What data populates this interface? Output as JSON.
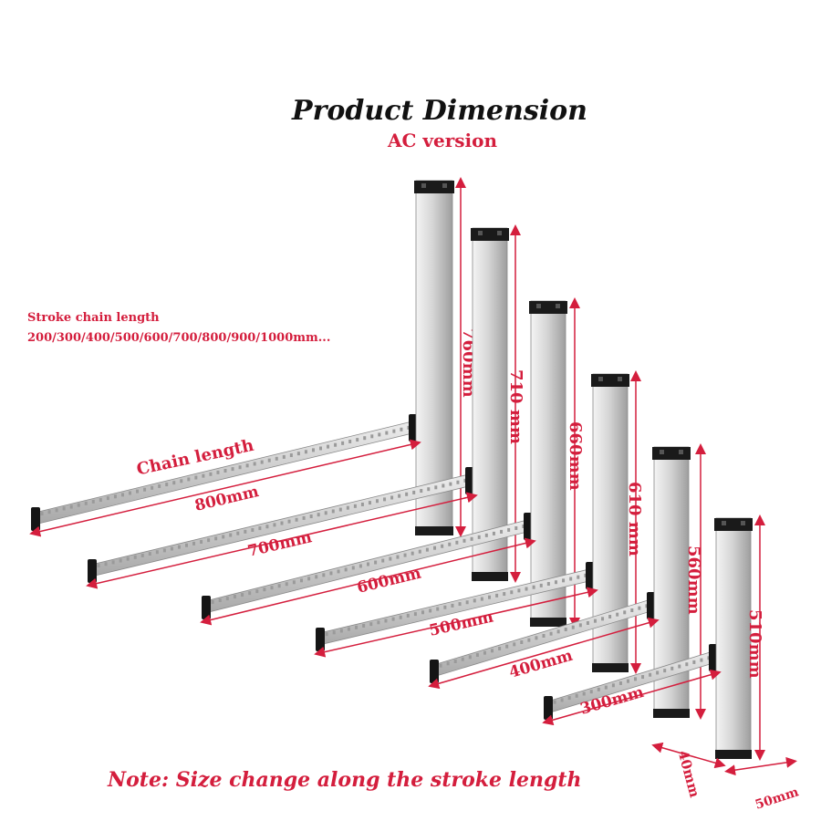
{
  "header": {
    "title": "Product Dimension",
    "subtitle": "AC version"
  },
  "stroke_info": {
    "label": "Stroke chain length",
    "values": "200/300/400/500/600/700/800/900/1000mm..."
  },
  "chain_length_label": "Chain length",
  "actuators": [
    {
      "height_label": "760mm",
      "chain_label": "800mm"
    },
    {
      "height_label": "710 mm",
      "chain_label": "700mm"
    },
    {
      "height_label": "660mm",
      "chain_label": "600mm"
    },
    {
      "height_label": "610 mm",
      "chain_label": "500mm"
    },
    {
      "height_label": "560mm",
      "chain_label": "400mm"
    },
    {
      "height_label": "510mm",
      "chain_label": "300mm"
    }
  ],
  "cross_section": {
    "depth_label": "40mm",
    "width_label": "50mm"
  },
  "note": "Note: Size change along the stroke length",
  "colors": {
    "accent": "#d41e3d",
    "column": "#c8c8c8",
    "cap": "#1a1a1a"
  }
}
